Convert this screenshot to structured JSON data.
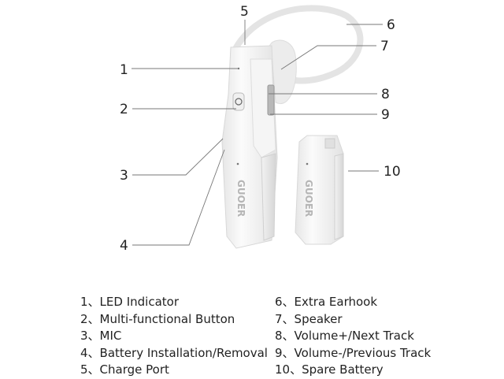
{
  "brand": "GUOER",
  "callouts": [
    "1",
    "2",
    "3",
    "4",
    "5",
    "6",
    "7",
    "8",
    "9",
    "10"
  ],
  "legend": {
    "left": [
      {
        "num": "1、",
        "label": "LED Indicator"
      },
      {
        "num": "2、",
        "label": "Multi-functional Button"
      },
      {
        "num": "3、",
        "label": "MIC"
      },
      {
        "num": "4、",
        "label": "Battery Installation/Removal"
      },
      {
        "num": "5、",
        "label": "Charge Port"
      }
    ],
    "right": [
      {
        "num": "6、",
        "label": "Extra Earhook"
      },
      {
        "num": "7、",
        "label": "Speaker"
      },
      {
        "num": "8、",
        "label": "Volume+/Next Track"
      },
      {
        "num": "9、",
        "label": "Volume-/Previous Track"
      },
      {
        "num": "10、",
        "label": "Spare Battery"
      }
    ]
  }
}
